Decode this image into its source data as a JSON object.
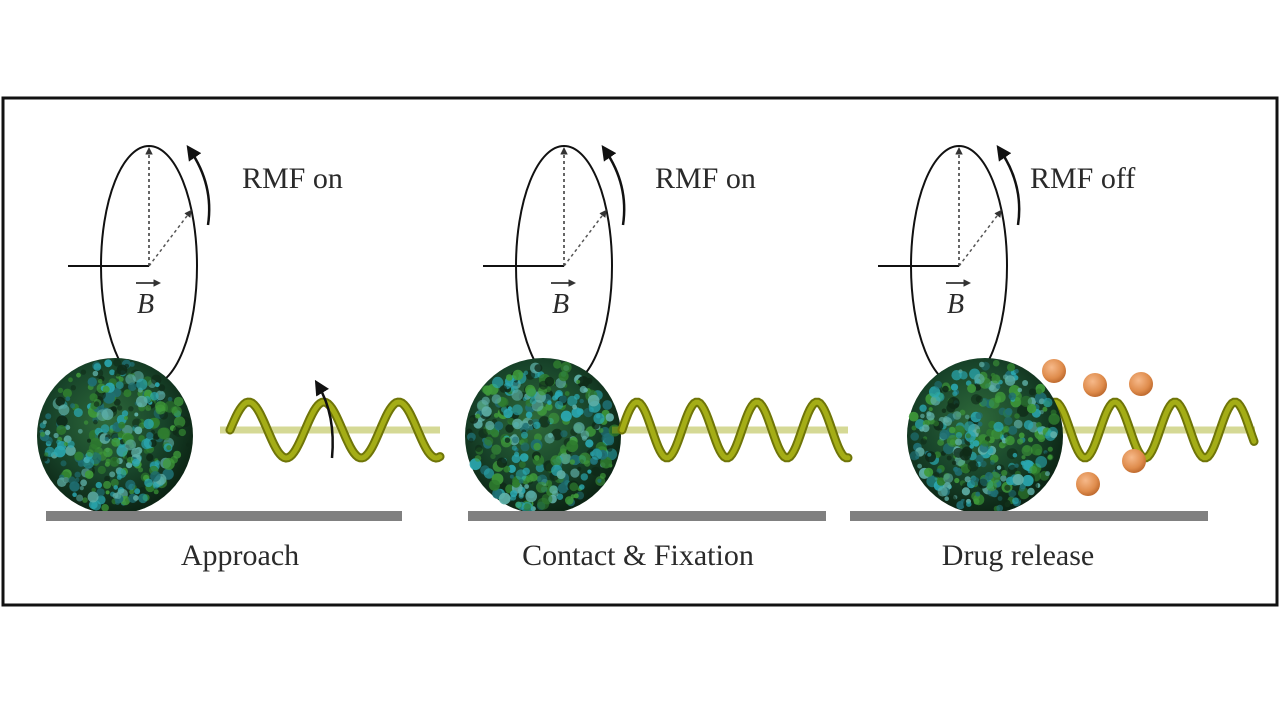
{
  "panels": [
    {
      "field_label": "RMF on",
      "caption": "Approach",
      "field_symbol": "B"
    },
    {
      "field_label": "RMF on",
      "caption": "Contact & Fixation",
      "field_symbol": "B"
    },
    {
      "field_label": "RMF off",
      "caption": "Drug release",
      "field_symbol": "B"
    }
  ],
  "colors": {
    "frame": "#111111",
    "surface": "#7f7f7f",
    "helix": "#a4ad16",
    "helix_dark": "#6f7508",
    "cell_base": "#12301c",
    "cell_teal": "#2aa7b0",
    "cell_green": "#3f9a3a",
    "drug": "#e0904f"
  }
}
